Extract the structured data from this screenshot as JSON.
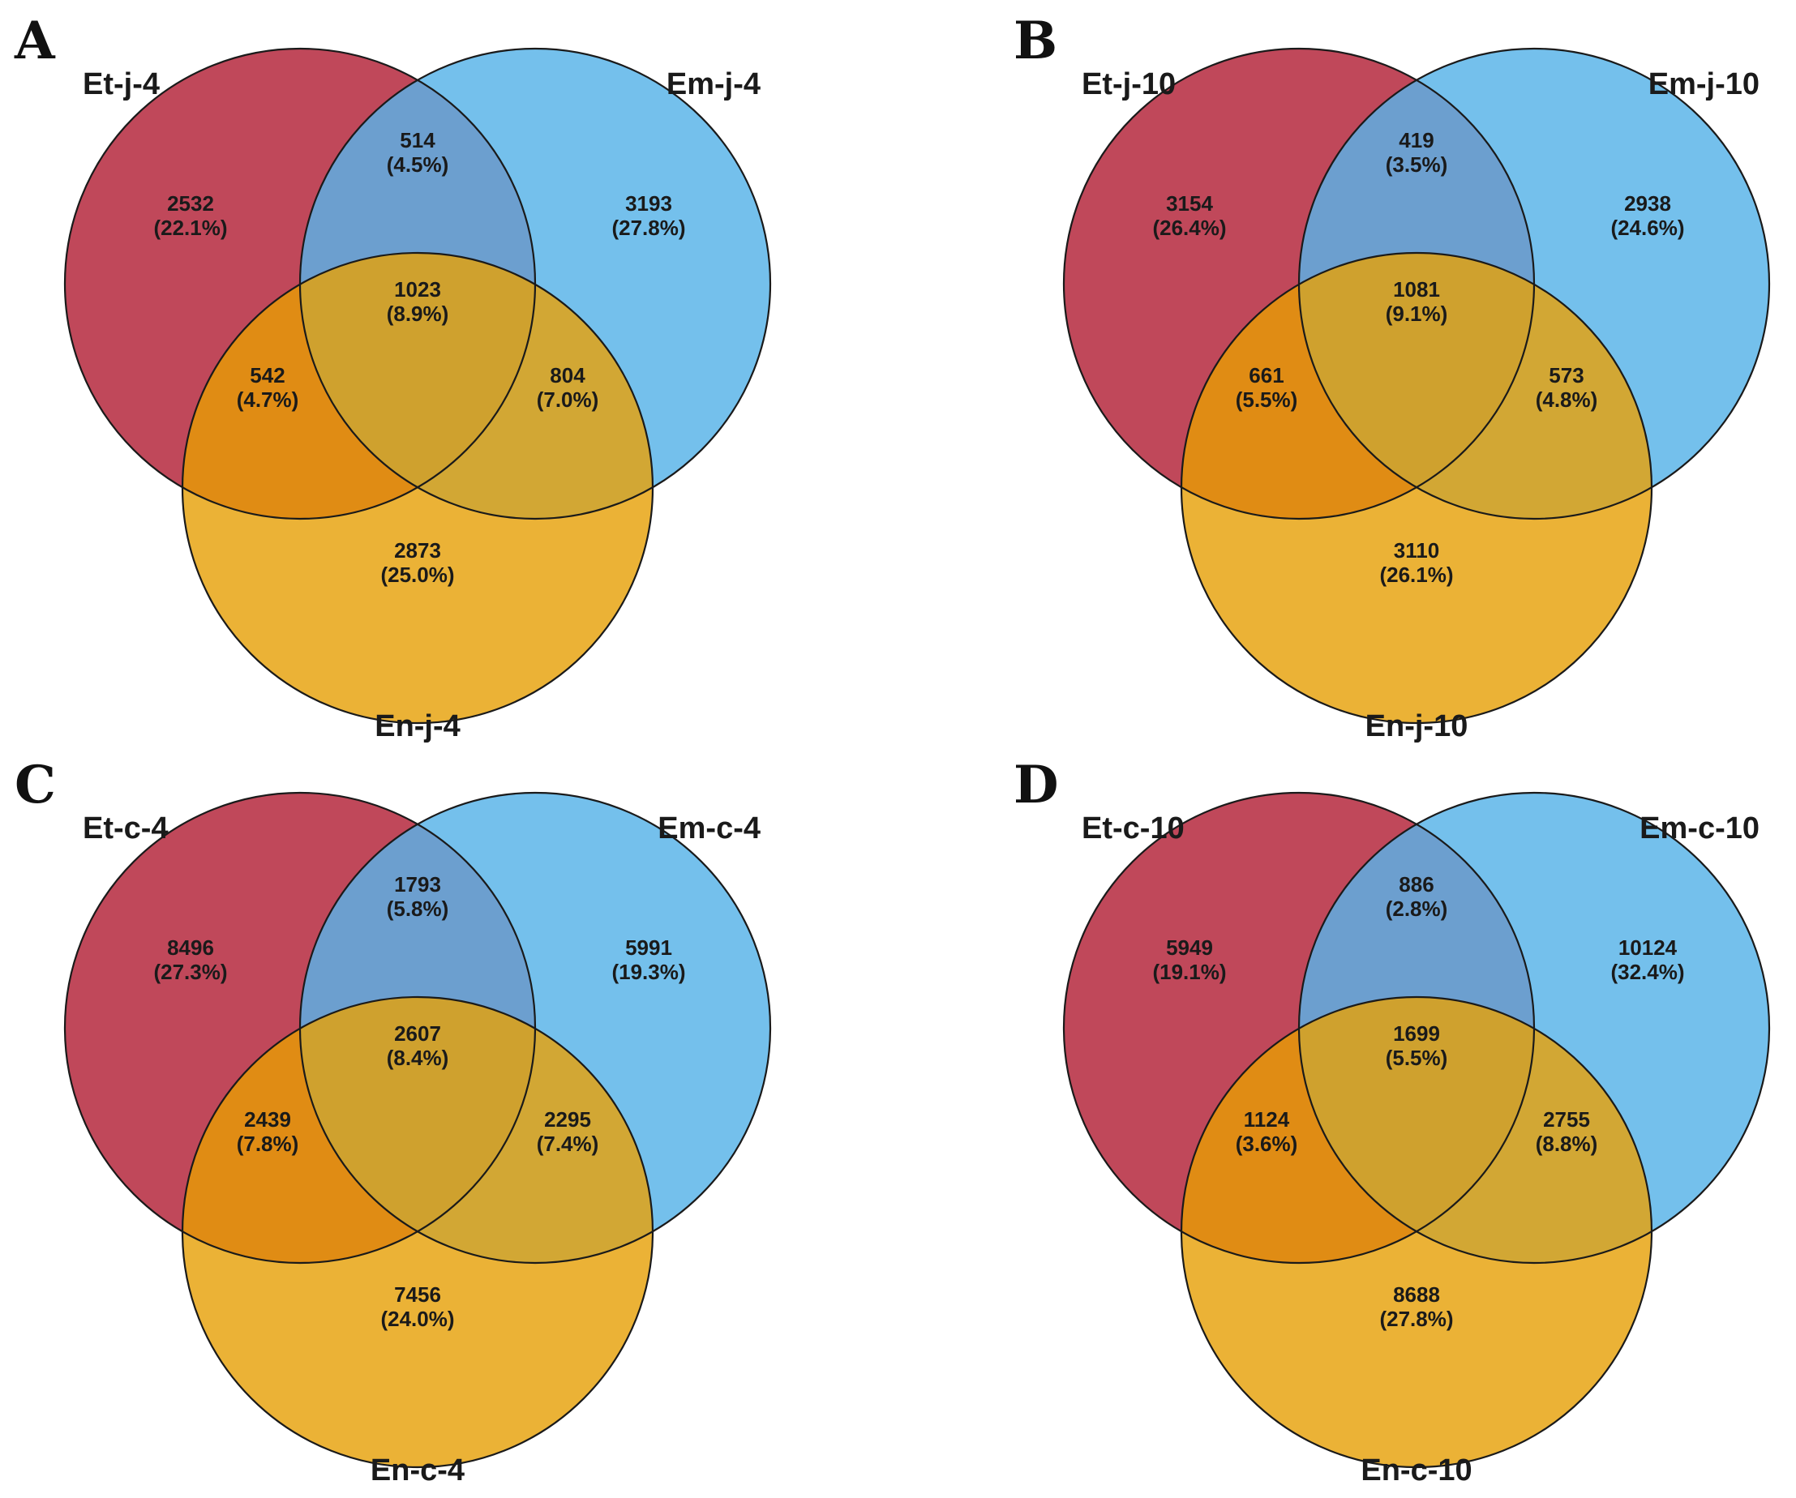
{
  "colors": {
    "set_a": "#c0485a",
    "set_b": "#74c0ec",
    "set_c": "#ebb236",
    "ab": "#6c9fcf",
    "ac": "#e08c14",
    "bc": "#d2a734",
    "abc": "#cfa12e",
    "outline": "#1a1a1a"
  },
  "panels": [
    {
      "letter": "A",
      "labels": {
        "a": "Et-j-4",
        "b": "Em-j-4",
        "c": "En-j-4"
      },
      "regions": {
        "a_only": {
          "count": "2532",
          "pct": "(22.1%)"
        },
        "b_only": {
          "count": "3193",
          "pct": "(27.8%)"
        },
        "c_only": {
          "count": "2873",
          "pct": "(25.0%)"
        },
        "ab": {
          "count": "514",
          "pct": "(4.5%)"
        },
        "ac": {
          "count": "542",
          "pct": "(4.7%)"
        },
        "bc": {
          "count": "804",
          "pct": "(7.0%)"
        },
        "abc": {
          "count": "1023",
          "pct": "(8.9%)"
        }
      }
    },
    {
      "letter": "B",
      "labels": {
        "a": "Et-j-10",
        "b": "Em-j-10",
        "c": "En-j-10"
      },
      "regions": {
        "a_only": {
          "count": "3154",
          "pct": "(26.4%)"
        },
        "b_only": {
          "count": "2938",
          "pct": "(24.6%)"
        },
        "c_only": {
          "count": "3110",
          "pct": "(26.1%)"
        },
        "ab": {
          "count": "419",
          "pct": "(3.5%)"
        },
        "ac": {
          "count": "661",
          "pct": "(5.5%)"
        },
        "bc": {
          "count": "573",
          "pct": "(4.8%)"
        },
        "abc": {
          "count": "1081",
          "pct": "(9.1%)"
        }
      }
    },
    {
      "letter": "C",
      "labels": {
        "a": "Et-c-4",
        "b": "Em-c-4",
        "c": "En-c-4"
      },
      "regions": {
        "a_only": {
          "count": "8496",
          "pct": "(27.3%)"
        },
        "b_only": {
          "count": "5991",
          "pct": "(19.3%)"
        },
        "c_only": {
          "count": "7456",
          "pct": "(24.0%)"
        },
        "ab": {
          "count": "1793",
          "pct": "(5.8%)"
        },
        "ac": {
          "count": "2439",
          "pct": "(7.8%)"
        },
        "bc": {
          "count": "2295",
          "pct": "(7.4%)"
        },
        "abc": {
          "count": "2607",
          "pct": "(8.4%)"
        }
      }
    },
    {
      "letter": "D",
      "labels": {
        "a": "Et-c-10",
        "b": "Em-c-10",
        "c": "En-c-10"
      },
      "regions": {
        "a_only": {
          "count": "5949",
          "pct": "(19.1%)"
        },
        "b_only": {
          "count": "10124",
          "pct": "(32.4%)"
        },
        "c_only": {
          "count": "8688",
          "pct": "(27.8%)"
        },
        "ab": {
          "count": "886",
          "pct": "(2.8%)"
        },
        "ac": {
          "count": "1124",
          "pct": "(3.6%)"
        },
        "bc": {
          "count": "2755",
          "pct": "(8.8%)"
        },
        "abc": {
          "count": "1699",
          "pct": "(5.5%)"
        }
      }
    }
  ]
}
